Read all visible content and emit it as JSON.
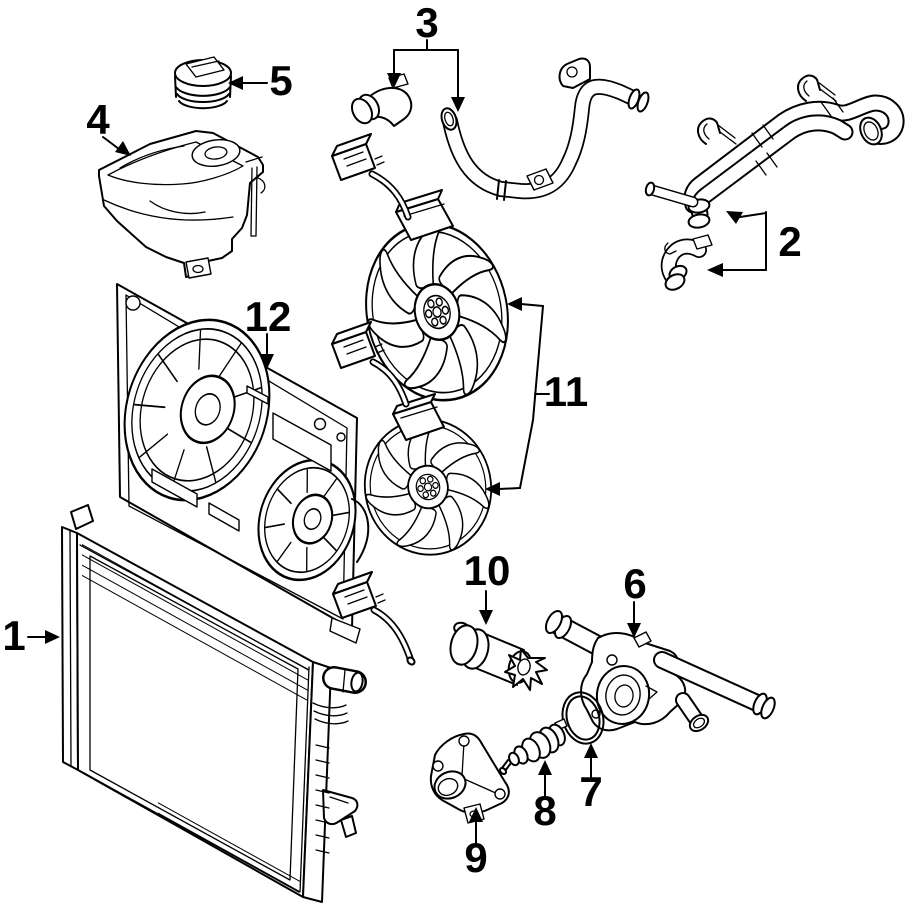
{
  "diagram": {
    "kind": "exploded-parts-line-diagram",
    "subject": "engine-cooling-system",
    "colors": {
      "line": "#000000",
      "background": "#ffffff",
      "label": "#000000"
    },
    "callouts": [
      {
        "label": "1",
        "part": "radiator"
      },
      {
        "label": "2",
        "part": "coolant-pipe-assembly"
      },
      {
        "label": "3",
        "part": "upper-coolant-hose"
      },
      {
        "label": "4",
        "part": "coolant-reservoir-tank"
      },
      {
        "label": "5",
        "part": "reservoir-cap"
      },
      {
        "label": "6",
        "part": "thermostat-housing-water-outlet"
      },
      {
        "label": "7",
        "part": "o-ring-seal"
      },
      {
        "label": "8",
        "part": "thermostat"
      },
      {
        "label": "9",
        "part": "thermostat-cover"
      },
      {
        "label": "10",
        "part": "water-pump"
      },
      {
        "label": "11",
        "part": "cooling-fan-motors"
      },
      {
        "label": "12",
        "part": "fan-shroud"
      }
    ]
  }
}
